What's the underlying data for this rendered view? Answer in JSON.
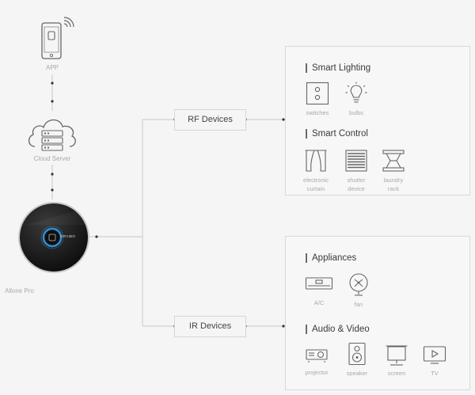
{
  "nodes": {
    "app": "APP",
    "cloud": "Cloud Server",
    "hub": "Allone Pro",
    "hub_brand": "ORVIBO"
  },
  "branches": {
    "rf": "RF Devices",
    "ir": "IR Devices"
  },
  "rf_panel": {
    "smart_lighting": {
      "title": "Smart Lighting",
      "items": [
        {
          "label": "switches",
          "icon": "switch-icon"
        },
        {
          "label": "bulbs",
          "icon": "bulb-icon"
        }
      ]
    },
    "smart_control": {
      "title": "Smart Control",
      "items": [
        {
          "line1": "electronic",
          "line2": "curtain",
          "icon": "curtain-icon"
        },
        {
          "line1": "shutter",
          "line2": "device",
          "icon": "shutter-icon"
        },
        {
          "line1": "laundry",
          "line2": "rack",
          "icon": "laundry-rack-icon"
        }
      ]
    }
  },
  "ir_panel": {
    "appliances": {
      "title": "Appliances",
      "items": [
        {
          "label": "A/C",
          "icon": "air-conditioner-icon"
        },
        {
          "label": "fan",
          "icon": "fan-icon"
        }
      ]
    },
    "audio_video": {
      "title": "Audio & Video",
      "items": [
        {
          "label": "projector",
          "icon": "projector-icon"
        },
        {
          "label": "speaker",
          "icon": "speaker-icon"
        },
        {
          "label": "screen",
          "icon": "screen-icon"
        },
        {
          "label": "TV",
          "icon": "tv-icon"
        }
      ]
    }
  },
  "colors": {
    "background": "#f5f5f5",
    "connector": "#c8c8c8",
    "dot": "#333333",
    "hub_ring": "#2f8fd6"
  }
}
